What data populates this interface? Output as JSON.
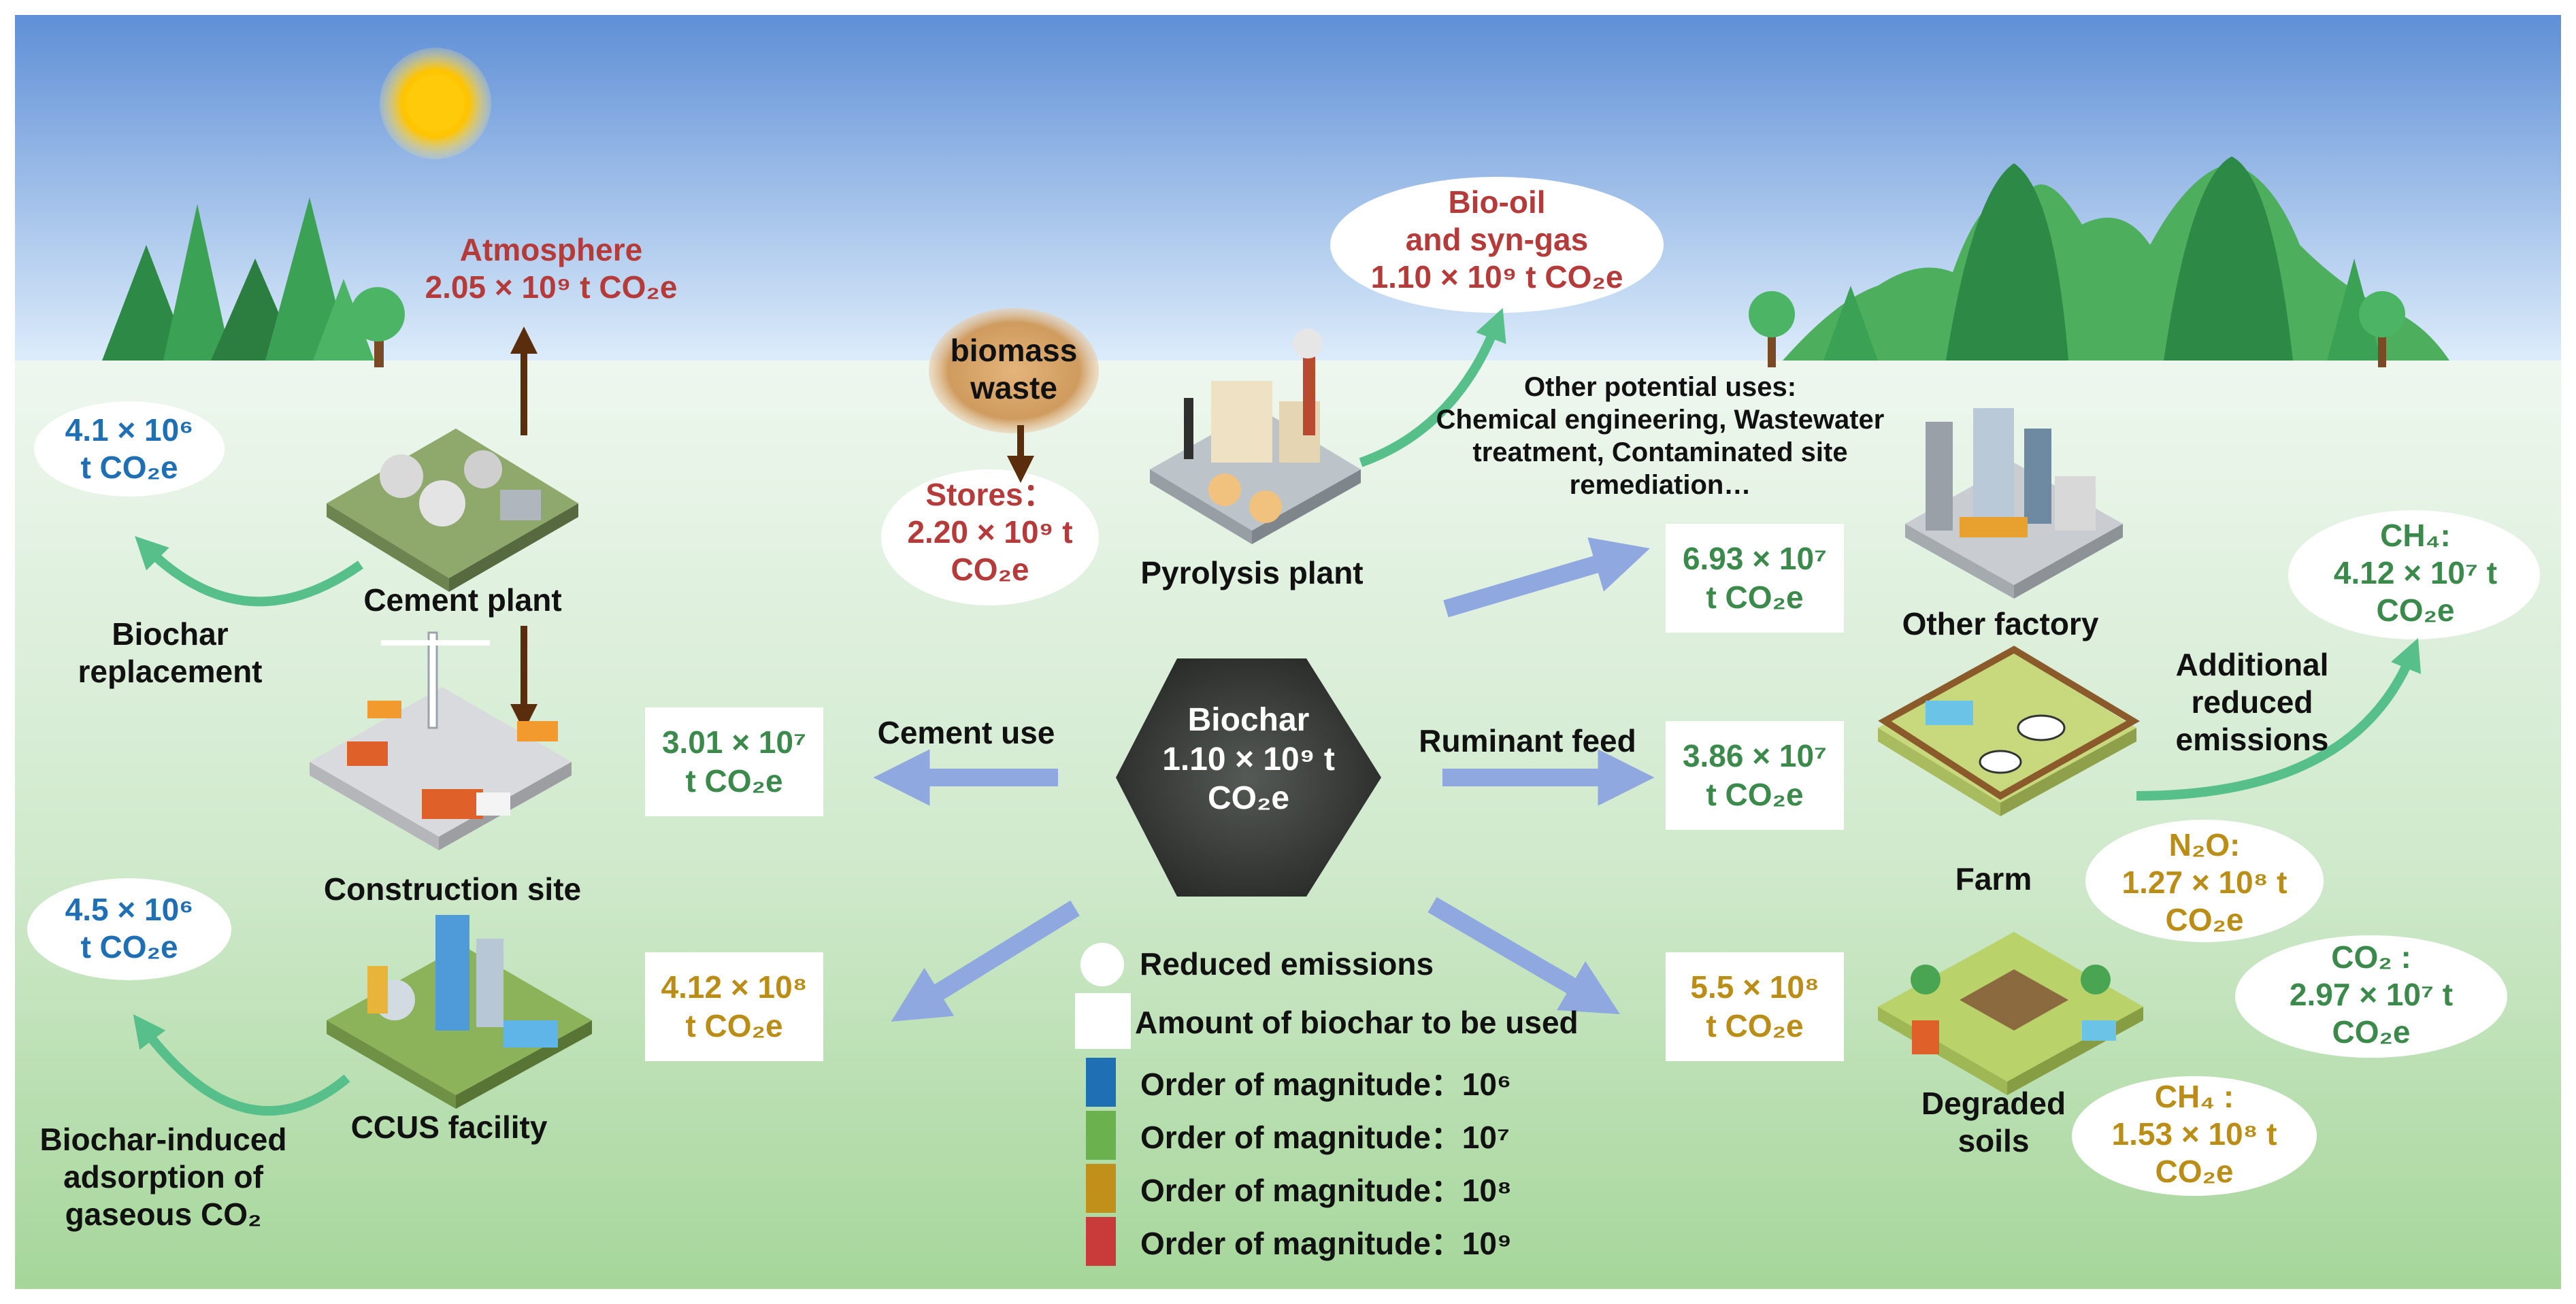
{
  "atmosphere": {
    "title": "Atmosphere",
    "value": "2.05 × 10⁹ t CO₂e"
  },
  "biomass": {
    "label_line1": "biomass",
    "label_line2": "waste"
  },
  "stores": {
    "title": "Stores：",
    "line2": "2.20 × 10⁹ t",
    "line3": "CO₂e"
  },
  "biooil": {
    "line1": "Bio-oil",
    "line2": "and syn-gas",
    "line3": "1.10 × 10⁹ t CO₂e"
  },
  "pyrolysis": {
    "label": "Pyrolysis plant"
  },
  "cement_plant": {
    "label": "Cement plant"
  },
  "construction": {
    "label": "Construction site"
  },
  "ccus": {
    "label": "CCUS facility"
  },
  "other_factory": {
    "label": "Other factory"
  },
  "farm": {
    "label": "Farm"
  },
  "soils": {
    "line1": "Degraded",
    "line2": "soils"
  },
  "other_uses": {
    "line1": "Other potential uses:",
    "line2": "Chemical engineering,  Wastewater",
    "line3": "treatment, Contaminated site",
    "line4": "remediation…"
  },
  "biochar_replacement": {
    "line1": "Biochar",
    "line2": "replacement",
    "value_line1": "4.1 × 10⁶",
    "value_line2": "t CO₂e"
  },
  "ccus_adsorption": {
    "line1": "Biochar-induced",
    "line2": "adsorption of",
    "line3": "gaseous CO₂",
    "value_line1": "4.5 × 10⁶",
    "value_line2": "t CO₂e"
  },
  "biochar_center": {
    "line1": "Biochar",
    "line2": "1.10 × 10⁹ t",
    "line3": "CO₂e"
  },
  "cement_use": {
    "label": "Cement use",
    "value_line1": "3.01 × 10⁷",
    "value_line2": "t CO₂e"
  },
  "ruminant": {
    "label": "Ruminant feed",
    "value_line1": "3.86 × 10⁷",
    "value_line2": "t CO₂e"
  },
  "other_uses_box": {
    "value_line1": "6.93 × 10⁷",
    "value_line2": "t CO₂e"
  },
  "ccus_box": {
    "value_line1": "4.12 × 10⁸",
    "value_line2": "t CO₂e"
  },
  "soils_box": {
    "value_line1": "5.5 × 10⁸",
    "value_line2": "t CO₂e"
  },
  "additional": {
    "line1": "Additional",
    "line2": "reduced",
    "line3": "emissions"
  },
  "ch4_farm": {
    "line1": "CH₄:",
    "line2": "4.12 × 10⁷ t",
    "line3": "CO₂e"
  },
  "n2o": {
    "line1": "N₂O:",
    "line2": "1.27 × 10⁸ t",
    "line3": "CO₂e"
  },
  "co2_soil": {
    "line1": "CO₂ :",
    "line2": "2.97 × 10⁷ t",
    "line3": "CO₂e"
  },
  "ch4_soil": {
    "line1": "CH₄ :",
    "line2": "1.53 × 10⁸ t",
    "line3": "CO₂e"
  },
  "legend": {
    "reduced": "Reduced emissions",
    "amount": "Amount of biochar to be used",
    "mag6": "Order of magnitude：10⁶",
    "mag7": "Order of magnitude：10⁷",
    "mag8": "Order of magnitude：10⁸",
    "mag9": "Order of magnitude：10⁹"
  },
  "colors": {
    "mag6": "#1f6fb5",
    "mag7": "#6bb24f",
    "mag8": "#c0901a",
    "mag9": "#c93a3a",
    "arrow_blue": "#8fa8e0",
    "arrow_green": "#57c08a",
    "arrow_brown": "#5a2d0c"
  }
}
